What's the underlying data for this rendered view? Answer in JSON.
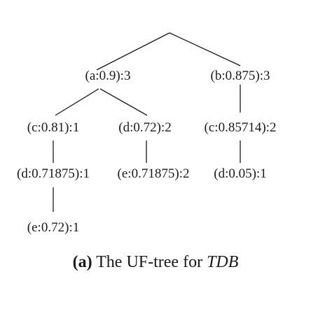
{
  "tree": {
    "nodes": [
      {
        "id": "root",
        "label": ""
      },
      {
        "id": "a",
        "label": "(a:0.9):3"
      },
      {
        "id": "b",
        "label": "(b:0.875):3"
      },
      {
        "id": "a-c",
        "label": "(c:0.81):1"
      },
      {
        "id": "a-d",
        "label": "(d:0.72):2"
      },
      {
        "id": "b-c",
        "label": "(c:0.85714):2"
      },
      {
        "id": "a-c-d",
        "label": "(d:0.71875):1"
      },
      {
        "id": "a-d-e",
        "label": "(e:0.71875):2"
      },
      {
        "id": "b-c-d",
        "label": "(d:0.05):1"
      },
      {
        "id": "a-c-d-e",
        "label": "(e:0.72):1"
      }
    ],
    "edges": [
      [
        "root",
        "a"
      ],
      [
        "root",
        "b"
      ],
      [
        "a",
        "a-c"
      ],
      [
        "a",
        "a-d"
      ],
      [
        "b",
        "b-c"
      ],
      [
        "a-c",
        "a-c-d"
      ],
      [
        "a-d",
        "a-d-e"
      ],
      [
        "b-c",
        "b-c-d"
      ],
      [
        "a-c-d",
        "a-c-d-e"
      ]
    ]
  },
  "caption": {
    "tag": "(a)",
    "text": " The UF-tree for ",
    "math": "TDB"
  }
}
